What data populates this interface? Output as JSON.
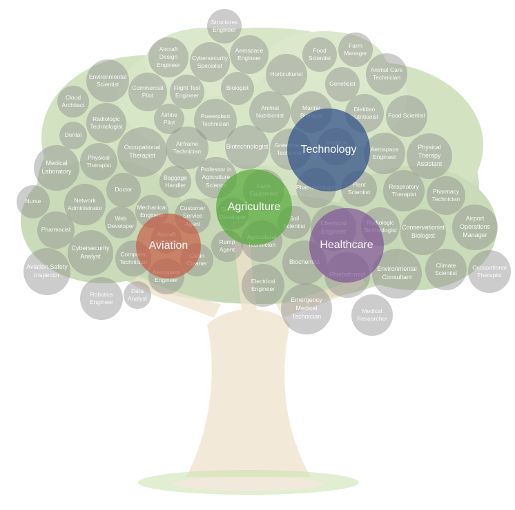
{
  "colors": {
    "bubble": "#8c8c8c",
    "Technology": "#2f4f86",
    "Agriculture": "#4fa832",
    "Aviation": "#c8553f",
    "Healthcare": "#7c4d96",
    "foliage": "#9ec07c",
    "trunk": "#efe2cc"
  },
  "hubs": [
    {
      "name": "Technology",
      "label": "Technology"
    },
    {
      "name": "Agriculture",
      "label": "Agriculture"
    },
    {
      "name": "Aviation",
      "label": "Aviation"
    },
    {
      "name": "Healthcare",
      "label": "Healthcare"
    }
  ],
  "careers": [
    "Structures Engineer",
    "Food Scientist",
    "Farm Manager",
    "Aircraft Design Engineer",
    "Cybersecurity Specialist",
    "Aerospace Engineer",
    "Horticulturist",
    "Animal Care Technician",
    "Environmental Scientist",
    "Commercial Pilot",
    "Flight Test Engineer",
    "Biologist",
    "Geneticist",
    "Cloud Architect",
    "Animal Nutritionist",
    "Marine Biologist",
    "Dietitian Nutritionist",
    "Food Scientist",
    "Radiologic Technologist",
    "Airline Pilot",
    "Powerplant Technician",
    "Dental",
    "Airframe Technician",
    "Biotechnologist",
    "Greenhouse Technician",
    "Aviation Technician",
    "Aerospace Engineer",
    "Occupational Therapist",
    "Physical Therapy Assistant",
    "Medical Laboratory",
    "Physical Therapist",
    "Baggage Handler",
    "Professor in Agriculture Science",
    "Farm Equipment",
    "Pharmacologist",
    "Plant Scientist",
    "Respiratory Therapist",
    "Pharmacy Technician",
    "Nurse",
    "Network Administrator",
    "Doctor",
    "Mechanical Engineer",
    "Customer Service Agent",
    "Software Developer",
    "Soil Scientist",
    "Airport Operations Manager",
    "Pharmacist",
    "Web Developer",
    "Aircraft Mechanic",
    "Chemical Engineer",
    "Radiologic Technologist",
    "Conservationist Biologist",
    "Cybersecurity Analyst",
    "Computer Technician",
    "Ramp Agent",
    "Agricultural Technician",
    "Cabin Cleaner",
    "Biochemist",
    "Phlebotomist",
    "Environmental Consultant",
    "Climate Scientist",
    "Occupational Therapist",
    "Aviation Safety Inspector",
    "Aerospace Engineer",
    "Electrical Engineer",
    "Robotics Engineer",
    "Data Analyst",
    "Emergency Medical Technician",
    "Medical Researcher"
  ]
}
